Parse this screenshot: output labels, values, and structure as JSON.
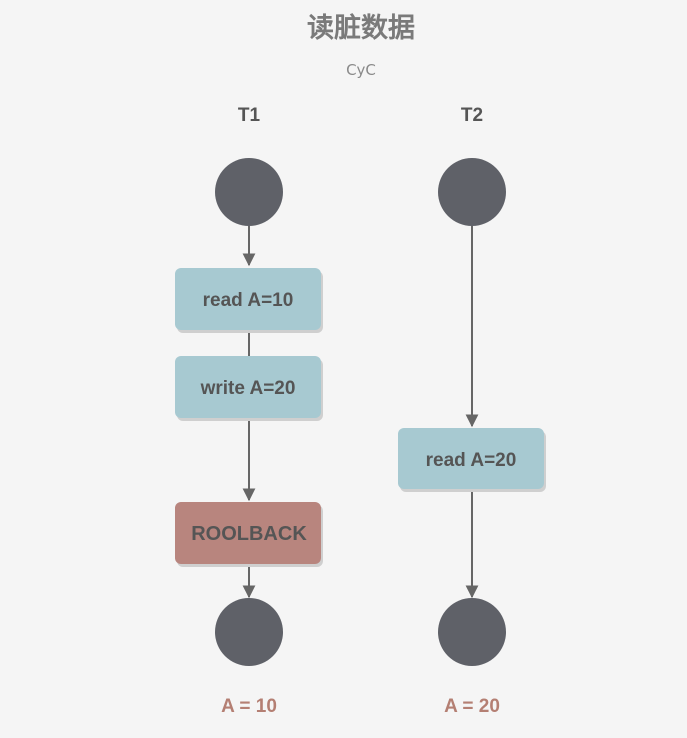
{
  "diagram": {
    "title": "读脏数据",
    "subtitle": "CyC",
    "columns": [
      {
        "label": "T1"
      },
      {
        "label": "T2"
      }
    ],
    "t1_steps": [
      {
        "label": "read A=10"
      },
      {
        "label": "write A=20"
      },
      {
        "label": "ROOLBACK"
      }
    ],
    "t2_steps": [
      {
        "label": "read A=20"
      }
    ],
    "results": [
      {
        "label": "A = 10"
      },
      {
        "label": "A = 20"
      }
    ]
  },
  "colors": {
    "background": "#f5f5f5",
    "node": "#5f6168",
    "step_box": "#a7c9d1",
    "rollback_box": "#b8857e",
    "result_text": "#b47f73",
    "arrow": "#666666"
  }
}
